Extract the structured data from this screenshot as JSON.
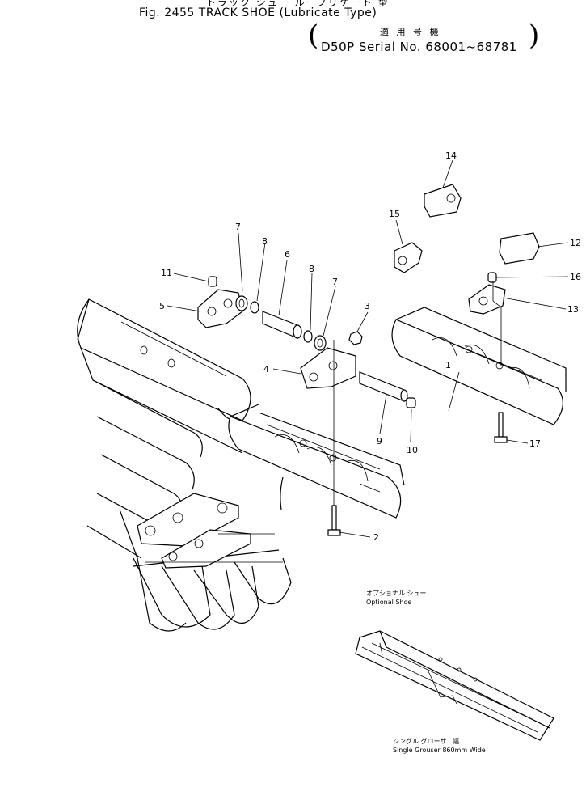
{
  "header": {
    "japanese_title": "トラック シュー ルーブリケート 型",
    "title": "Fig. 2455  TRACK SHOE (Lubricate Type)",
    "applicable_label": "適 用 号 機",
    "serial": "D50P Serial No. 68001~68781"
  },
  "callouts": [
    "1",
    "2",
    "4",
    "5",
    "6",
    "7",
    "8",
    "8",
    "7",
    "3",
    "9",
    "10",
    "11",
    "12",
    "13",
    "14",
    "15",
    "16",
    "17"
  ],
  "optional_shoe": {
    "label_jp": "オプショナル シュー",
    "label_en": "Optional Shoe",
    "caption_jp": "シングル グローサ",
    "caption_jp_width": "幅",
    "caption_en": "Single Grouser 860mm Wide"
  }
}
